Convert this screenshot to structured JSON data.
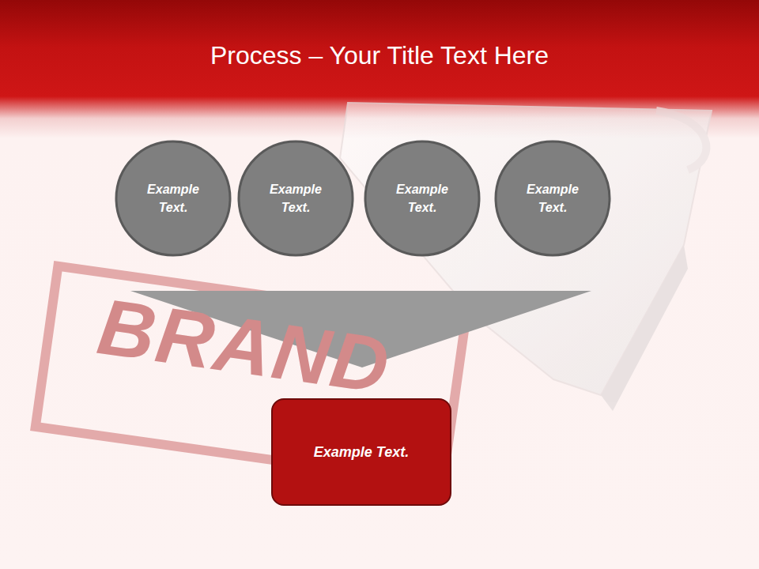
{
  "diagram": {
    "title": "Process – Your Title Text Here",
    "nodes": [
      {
        "text": [
          "Example Text."
        ]
      },
      {
        "text": [
          "Example Text."
        ]
      },
      {
        "text": [
          "Example Text."
        ]
      },
      {
        "text": [
          "Example Text."
        ]
      },
      {
        "text": [
          "Example Text."
        ]
      }
    ],
    "labels": [
      "BRAND"
    ]
  }
}
